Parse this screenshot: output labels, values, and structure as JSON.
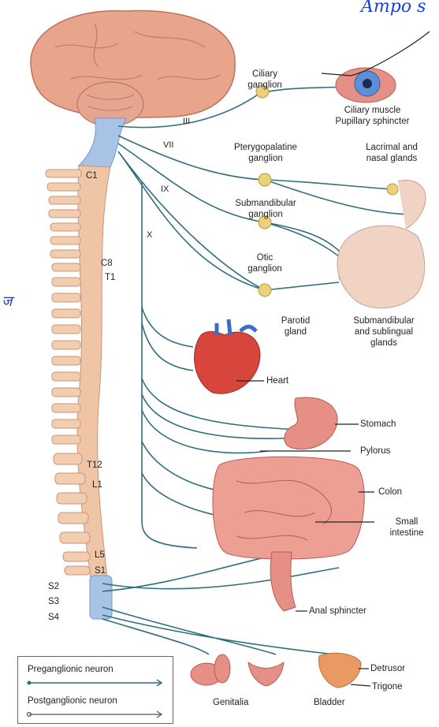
{
  "annotations": {
    "top_right": "Ampo s",
    "left_margin": "ज"
  },
  "cranial_nerves": [
    "III",
    "VII",
    "IX",
    "X"
  ],
  "spinal_levels": [
    "C1",
    "C8",
    "T1",
    "T12",
    "L1",
    "L5",
    "S1",
    "S2",
    "S3",
    "S4"
  ],
  "ganglia": {
    "ciliary": [
      "Ciliary",
      "ganglion"
    ],
    "pterygopalatine": [
      "Pterygopalatine",
      "ganglion"
    ],
    "submandibular": [
      "Submandibular",
      "ganglion"
    ],
    "otic": [
      "Otic",
      "ganglion"
    ]
  },
  "targets": {
    "ciliary": [
      "Ciliary muscle",
      "Pupillary sphincter"
    ],
    "lacrimal": [
      "Lacrimal and",
      "nasal glands"
    ],
    "parotid": [
      "Parotid",
      "gland"
    ],
    "submandibular_glands": [
      "Submandibular",
      "and sublingual",
      "glands"
    ],
    "heart": "Heart",
    "stomach": "Stomach",
    "pylorus": "Pylorus",
    "colon": "Colon",
    "small_intestine": [
      "Small",
      "intestine"
    ],
    "anal": "Anal sphincter",
    "detrusor": "Detrusor",
    "trigone": "Trigone",
    "genitalia": "Genitalia",
    "bladder": "Bladder"
  },
  "legend": {
    "preganglionic": "Preganglionic neuron",
    "postganglionic": "Postganglionic neuron"
  },
  "colors": {
    "nerve": "#2e6f7e",
    "brain": "#e8a58c",
    "spine": "#efc5a6",
    "brainstem": "#a9c3e6",
    "ganglion": "#e8d27a",
    "organ": "#e58f86",
    "heart": "#d8453c",
    "handwriting": "#1a3fd6"
  }
}
